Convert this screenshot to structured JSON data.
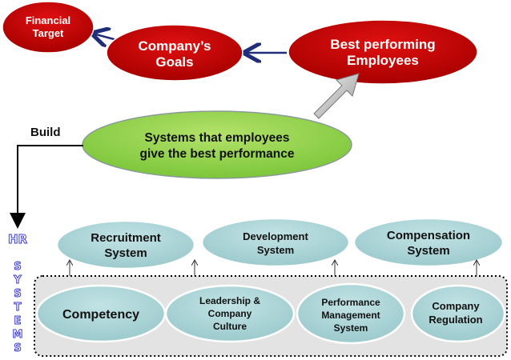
{
  "top": {
    "financial_target": [
      "Financial",
      "Target"
    ],
    "company_goals": [
      "Company’s",
      "Goals"
    ],
    "best_employees": [
      "Best performing",
      "Employees"
    ]
  },
  "build_label": "Build",
  "core": [
    "Systems that employees",
    "give the best performance"
  ],
  "side": {
    "hr": "HR",
    "systems": [
      "S",
      "Y",
      "S",
      "T",
      "E",
      "M",
      "S"
    ]
  },
  "hr_systems": [
    [
      "Recruitment",
      "System"
    ],
    [
      "Development",
      "System"
    ],
    [
      "Compensation",
      "System"
    ]
  ],
  "foundations": [
    [
      "Competency"
    ],
    [
      "Leadership &",
      "Company",
      "Culture"
    ],
    [
      "Performance",
      "Management",
      "System"
    ],
    [
      "Company",
      "Regulation"
    ]
  ],
  "colors": {
    "red": "#c00000",
    "green": "#92d050",
    "teal": "#a9d3d6",
    "arrow": "#1f2d7a"
  }
}
